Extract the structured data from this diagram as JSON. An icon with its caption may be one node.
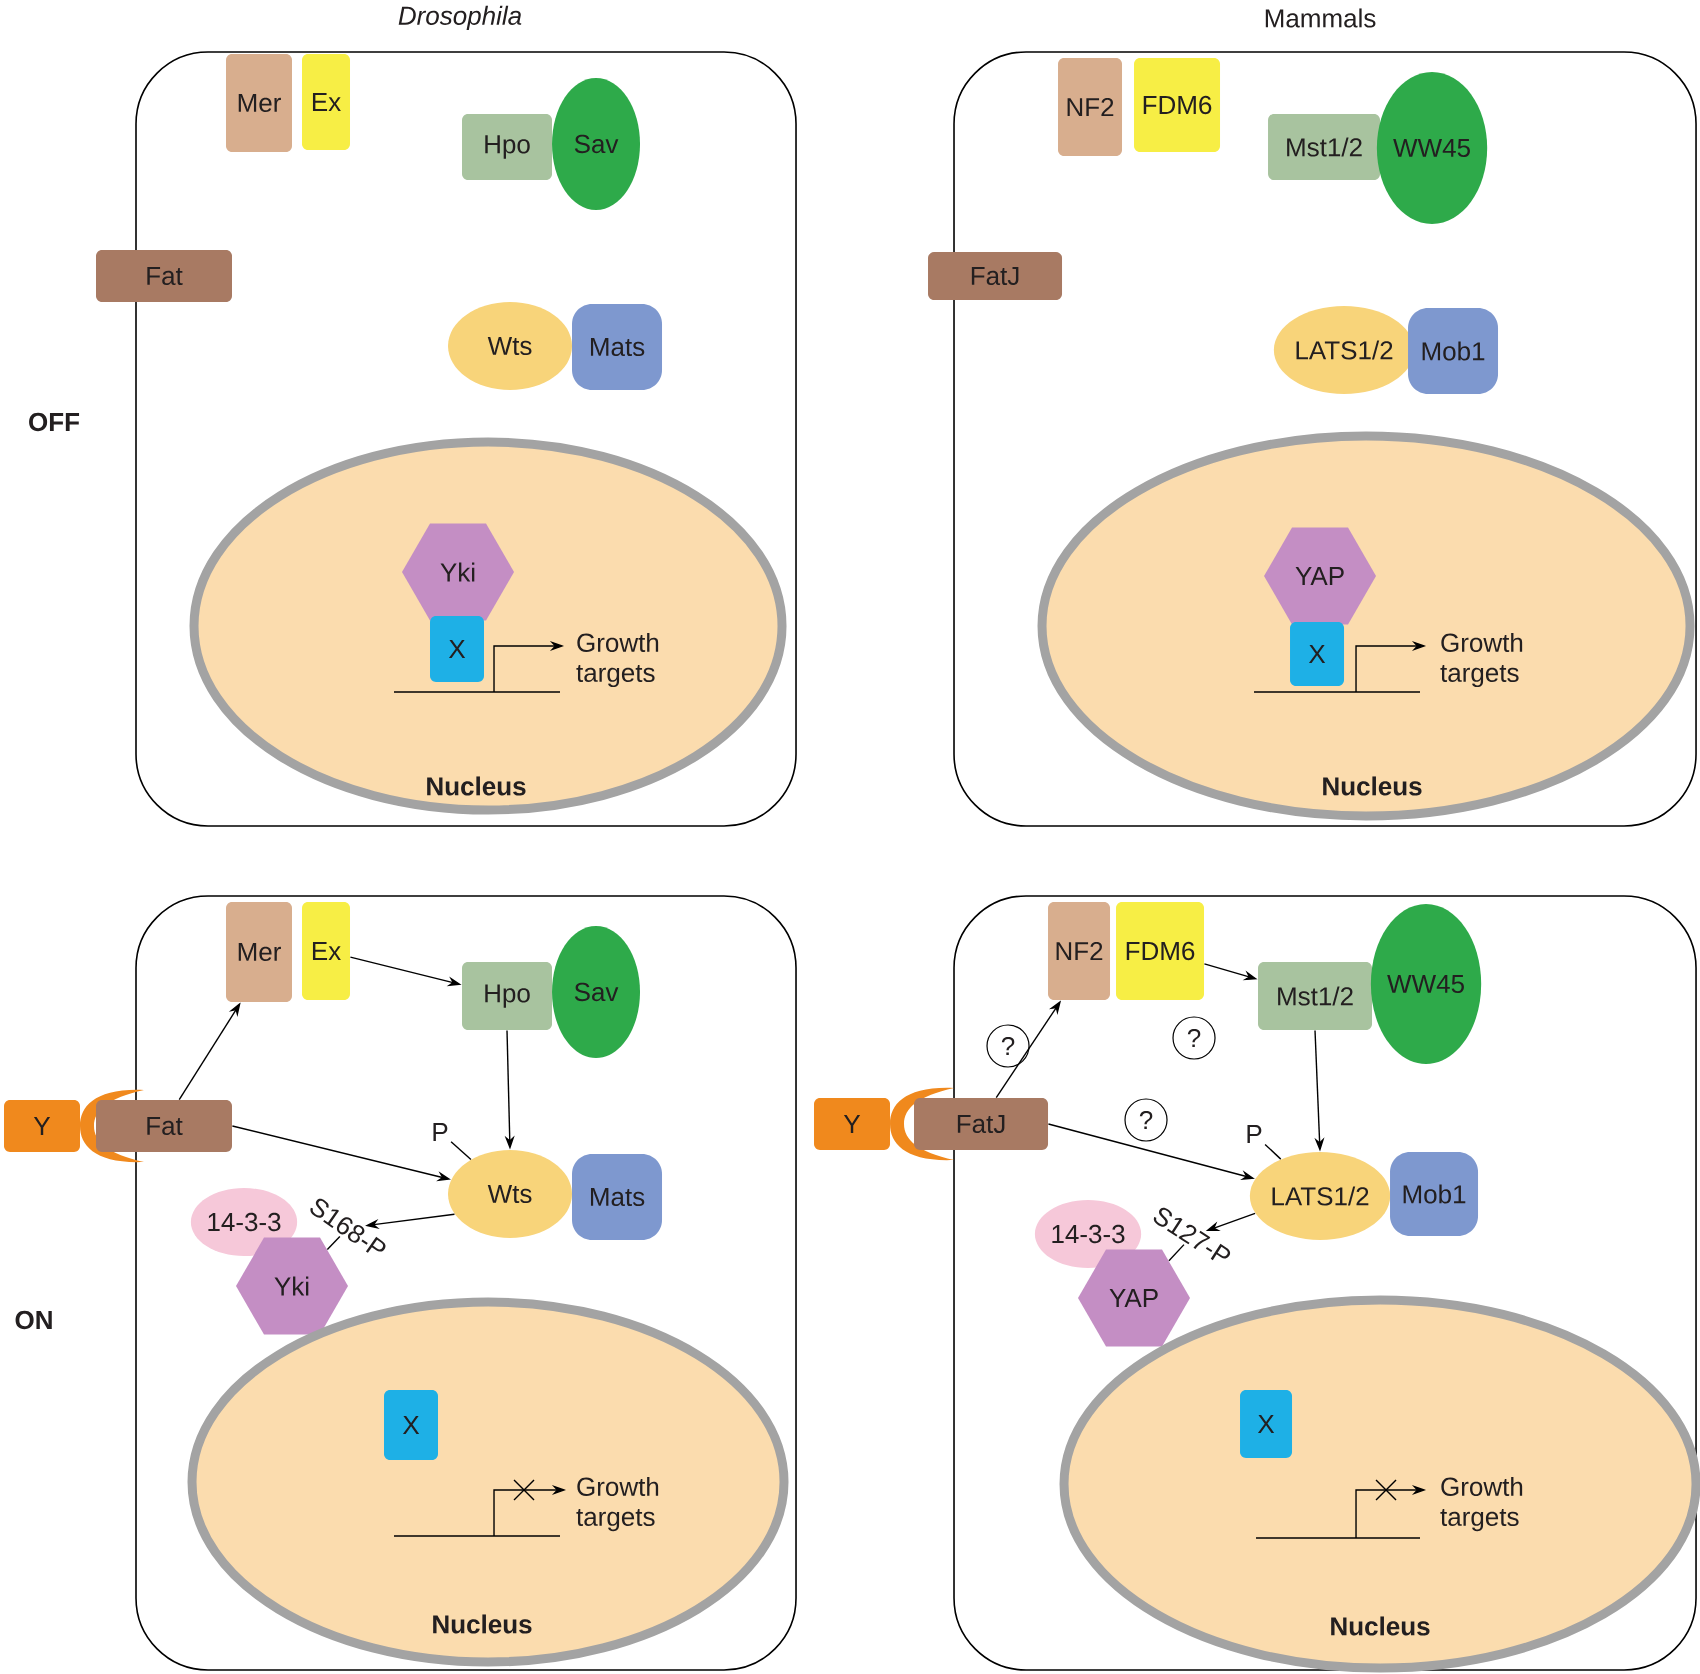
{
  "diagram": {
    "nodes": [
      {
        "text": [],
        "shape": "box"
      },
      {
        "text": [
          "Mer"
        ],
        "in": 0
      },
      {
        "text": [
          "Ex"
        ],
        "in": 0
      },
      {
        "text": [
          "Hpo"
        ],
        "in": 0
      },
      {
        "text": [
          "Sav"
        ],
        "in": 0
      },
      {
        "text": [
          "Fat"
        ]
      },
      {
        "text": [
          "Wts"
        ],
        "in": 0
      },
      {
        "text": [
          "Mats"
        ],
        "in": 0
      },
      {
        "text": [
          "Nucleus"
        ],
        "in": 0
      },
      {
        "text": [
          "Yki"
        ],
        "in": 8
      },
      {
        "text": [
          "X"
        ],
        "in": 8
      },
      {
        "text": [],
        "shape": "box"
      },
      {
        "text": [
          "NF2"
        ],
        "in": 11
      },
      {
        "text": [
          "FDM6"
        ],
        "in": 11
      },
      {
        "text": [
          "Mst1/2"
        ],
        "in": 11
      },
      {
        "text": [
          "WW45"
        ],
        "in": 11
      },
      {
        "text": [
          "FatJ"
        ]
      },
      {
        "text": [
          "LATS1/2"
        ],
        "in": 11
      },
      {
        "text": [
          "Mob1"
        ],
        "in": 11
      },
      {
        "text": [
          "Nucleus"
        ],
        "in": 11
      },
      {
        "text": [
          "YAP"
        ],
        "in": 19
      },
      {
        "text": [
          "X"
        ],
        "in": 19
      },
      {
        "text": [],
        "shape": "box"
      },
      {
        "text": [
          "Mer"
        ],
        "in": 22
      },
      {
        "text": [
          "Ex"
        ],
        "in": 22
      },
      {
        "text": [
          "Hpo"
        ],
        "in": 22
      },
      {
        "text": [
          "Sav"
        ],
        "in": 22
      },
      {
        "text": [
          "Y"
        ]
      },
      {
        "text": [
          "Fat"
        ]
      },
      {
        "text": [
          "P"
        ],
        "in": 22
      },
      {
        "text": [
          "Wts"
        ],
        "in": 22
      },
      {
        "text": [
          "Mats"
        ],
        "in": 22
      },
      {
        "text": [
          "14-3-3"
        ],
        "in": 22
      },
      {
        "text": [
          "S168-P"
        ],
        "in": 22
      },
      {
        "text": [
          "Yki"
        ],
        "in": 22
      },
      {
        "text": [
          "Nucleus"
        ],
        "in": 22
      },
      {
        "text": [
          "X"
        ],
        "in": 35
      },
      {
        "text": [],
        "shape": "box"
      },
      {
        "text": [
          "NF2"
        ],
        "in": 37
      },
      {
        "text": [
          "FDM6"
        ],
        "in": 37
      },
      {
        "text": [
          "Mst1/2"
        ],
        "in": 37
      },
      {
        "text": [
          "WW45"
        ],
        "in": 37
      },
      {
        "text": [
          "?"
        ],
        "in": 37
      },
      {
        "text": [
          "Y"
        ]
      },
      {
        "text": [
          "FatJ"
        ]
      },
      {
        "text": [
          "?"
        ],
        "in": 37
      },
      {
        "text": [
          "?"
        ],
        "in": 37
      },
      {
        "text": [
          "P"
        ],
        "in": 37
      },
      {
        "text": [
          "LATS1/2"
        ],
        "in": 37
      },
      {
        "text": [
          "Mob1"
        ],
        "in": 37
      },
      {
        "text": [
          "14-3-3"
        ],
        "in": 37
      },
      {
        "text": [
          "S127-P"
        ],
        "in": 37
      },
      {
        "text": [
          "YAP"
        ],
        "in": 37
      },
      {
        "text": [
          "Nucleus"
        ],
        "in": 37
      },
      {
        "text": [
          "X"
        ],
        "in": 53
      }
    ],
    "edges": [
      {
        "from": 28,
        "to": 23,
        "arrow": "to"
      },
      {
        "from": 24,
        "to": 25,
        "arrow": "to"
      },
      {
        "from": 25,
        "to": 30,
        "arrow": "to"
      },
      {
        "from": 28,
        "to": 30,
        "arrow": "to"
      },
      {
        "from": 30,
        "to": 33,
        "arrow": "to"
      },
      {
        "from": 29,
        "to": 30,
        "arrow": "none"
      },
      {
        "from": 33,
        "to": 34,
        "arrow": "none"
      },
      {
        "from": 44,
        "to": 38,
        "arrow": "to"
      },
      {
        "from": 39,
        "to": 40,
        "arrow": "to"
      },
      {
        "from": 40,
        "to": 48,
        "arrow": "to"
      },
      {
        "from": 44,
        "to": 48,
        "arrow": "to"
      },
      {
        "from": 48,
        "to": 51,
        "arrow": "to"
      },
      {
        "from": 47,
        "to": 48,
        "arrow": "none"
      },
      {
        "from": 51,
        "to": 52,
        "arrow": "none"
      }
    ],
    "labels": [
      "Drosophila",
      "Mammals",
      "OFF",
      "Growth targets",
      "Growth targets",
      "ON",
      "Growth targets",
      "Growth targets"
    ]
  }
}
